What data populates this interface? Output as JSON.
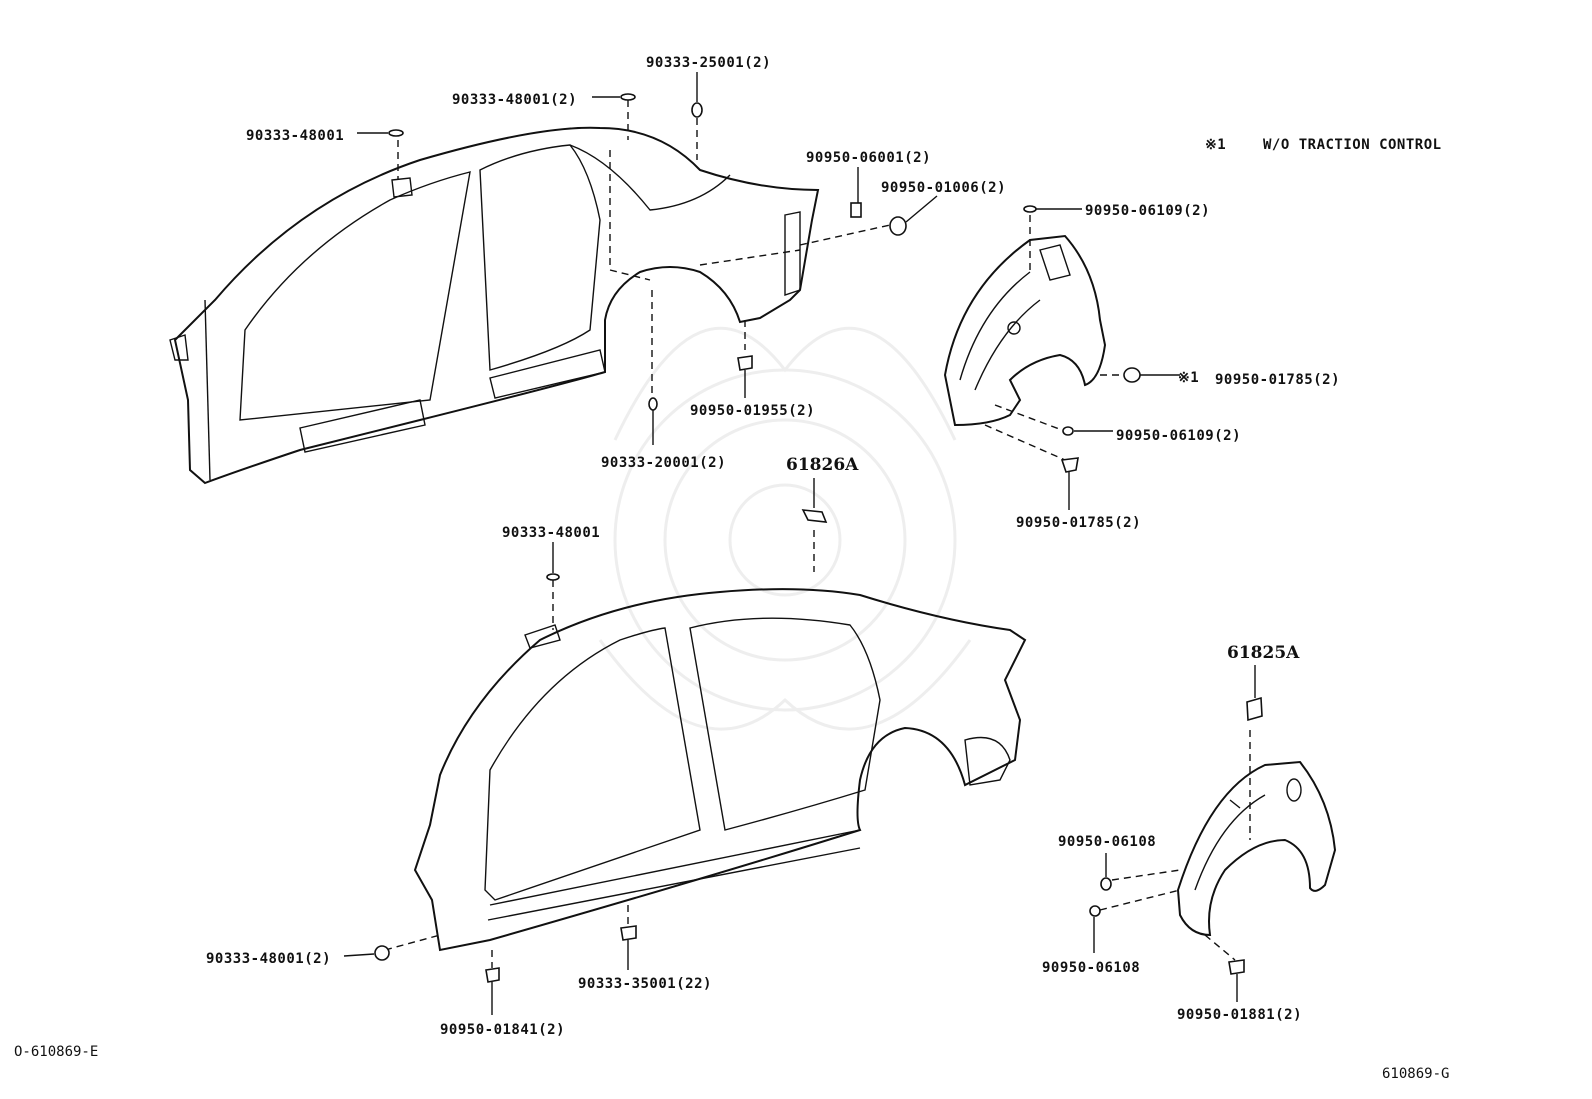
{
  "note": {
    "mark": "※1",
    "text": "W/O TRACTION CONTROL"
  },
  "labels": [
    {
      "id": "lbl-90333-25001",
      "text": "90333-25001(2)"
    },
    {
      "id": "lbl-90333-48001-2-top",
      "text": "90333-48001(2)"
    },
    {
      "id": "lbl-90333-48001-top",
      "text": "90333-48001"
    },
    {
      "id": "lbl-90950-06001",
      "text": "90950-06001(2)"
    },
    {
      "id": "lbl-90950-01006",
      "text": "90950-01006(2)"
    },
    {
      "id": "lbl-90950-06109-top",
      "text": "90950-06109(2)"
    },
    {
      "id": "lbl-90950-01785-right",
      "text": "90950-01785(2)"
    },
    {
      "id": "lbl-90950-06109-mid",
      "text": "90950-06109(2)"
    },
    {
      "id": "lbl-90950-01785-bottom",
      "text": "90950-01785(2)"
    },
    {
      "id": "lbl-90950-01955",
      "text": "90950-01955(2)"
    },
    {
      "id": "lbl-90333-20001",
      "text": "90333-20001(2)"
    },
    {
      "id": "lbl-61826A",
      "text": "61826A"
    },
    {
      "id": "lbl-90333-48001-mid",
      "text": "90333-48001"
    },
    {
      "id": "lbl-61825A",
      "text": "61825A"
    },
    {
      "id": "lbl-90950-06108-a",
      "text": "90950-06108"
    },
    {
      "id": "lbl-90950-06108-b",
      "text": "90950-06108"
    },
    {
      "id": "lbl-90950-01881",
      "text": "90950-01881(2)"
    },
    {
      "id": "lbl-90333-48001-2-bottom",
      "text": "90333-48001(2)"
    },
    {
      "id": "lbl-90333-35001",
      "text": "90333-35001(22)"
    },
    {
      "id": "lbl-90950-01841",
      "text": "90950-01841(2)"
    }
  ],
  "callout_mark": "※1",
  "footer": {
    "left_code": "O-610869-E",
    "right_code": "610869-G"
  }
}
